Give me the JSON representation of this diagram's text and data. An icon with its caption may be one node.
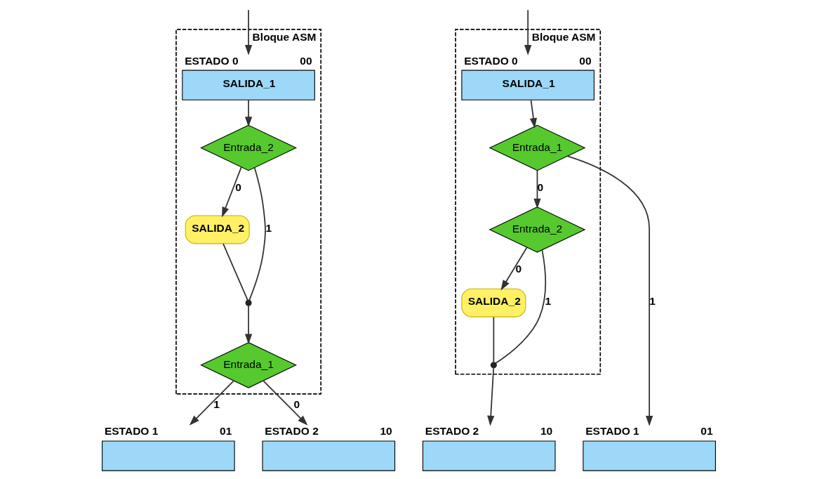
{
  "diagram": {
    "nodes": [
      {
        "text": [
          "Bloque ASM"
        ]
      },
      {
        "text": [
          "SALIDA_1"
        ],
        "beside": [
          "ESTADO 0",
          "00"
        ],
        "in": 0
      },
      {
        "text": [
          "Entrada_2"
        ],
        "in": 0
      },
      {
        "text": [
          "SALIDA_2"
        ],
        "in": 0
      },
      {
        "text": [],
        "shape": "circle",
        "in": 0
      },
      {
        "text": [
          "Entrada_1"
        ],
        "in": 0
      },
      {
        "text": [],
        "shape": "box",
        "beside": [
          "ESTADO 1",
          "01"
        ]
      },
      {
        "text": [],
        "shape": "box",
        "beside": [
          "ESTADO 2",
          "10"
        ]
      },
      {
        "text": [
          "Bloque ASM"
        ]
      },
      {
        "text": [
          "SALIDA_1"
        ],
        "beside": [
          "ESTADO 0",
          "00"
        ],
        "in": 8
      },
      {
        "text": [
          "Entrada_1"
        ],
        "in": 8
      },
      {
        "text": [
          "Entrada_2"
        ],
        "in": 8
      },
      {
        "text": [
          "SALIDA_2"
        ],
        "in": 8
      },
      {
        "text": [],
        "shape": "circle",
        "in": 8
      },
      {
        "text": [],
        "shape": "box",
        "beside": [
          "ESTADO 1",
          "01"
        ]
      },
      {
        "text": [],
        "shape": "box",
        "beside": [
          "ESTADO 2",
          "10"
        ]
      }
    ],
    "edges": [
      {
        "from": null,
        "to": 1,
        "arrow": "to"
      },
      {
        "from": 1,
        "to": 2,
        "arrow": "to"
      },
      {
        "from": 2,
        "to": 4,
        "label": "1",
        "arrow": "none"
      },
      {
        "from": 2,
        "to": 3,
        "label": "0",
        "arrow": "to"
      },
      {
        "from": 3,
        "to": 4,
        "arrow": "none"
      },
      {
        "from": 4,
        "to": 5,
        "arrow": "to"
      },
      {
        "from": 5,
        "to": 6,
        "label": "1",
        "arrow": "to"
      },
      {
        "from": 5,
        "to": 7,
        "label": "0",
        "arrow": "to"
      },
      {
        "from": null,
        "to": 9,
        "arrow": "to"
      },
      {
        "from": 9,
        "to": 10,
        "arrow": "to"
      },
      {
        "from": 10,
        "to": 14,
        "label": "1",
        "arrow": "to"
      },
      {
        "from": 10,
        "to": 11,
        "label": "0",
        "arrow": "to"
      },
      {
        "from": 11,
        "to": 13,
        "label": "1",
        "arrow": "none"
      },
      {
        "from": 11,
        "to": 12,
        "label": "0",
        "arrow": "to"
      },
      {
        "from": 12,
        "to": 13,
        "arrow": "none"
      },
      {
        "from": 13,
        "to": 15,
        "arrow": "to"
      }
    ]
  }
}
